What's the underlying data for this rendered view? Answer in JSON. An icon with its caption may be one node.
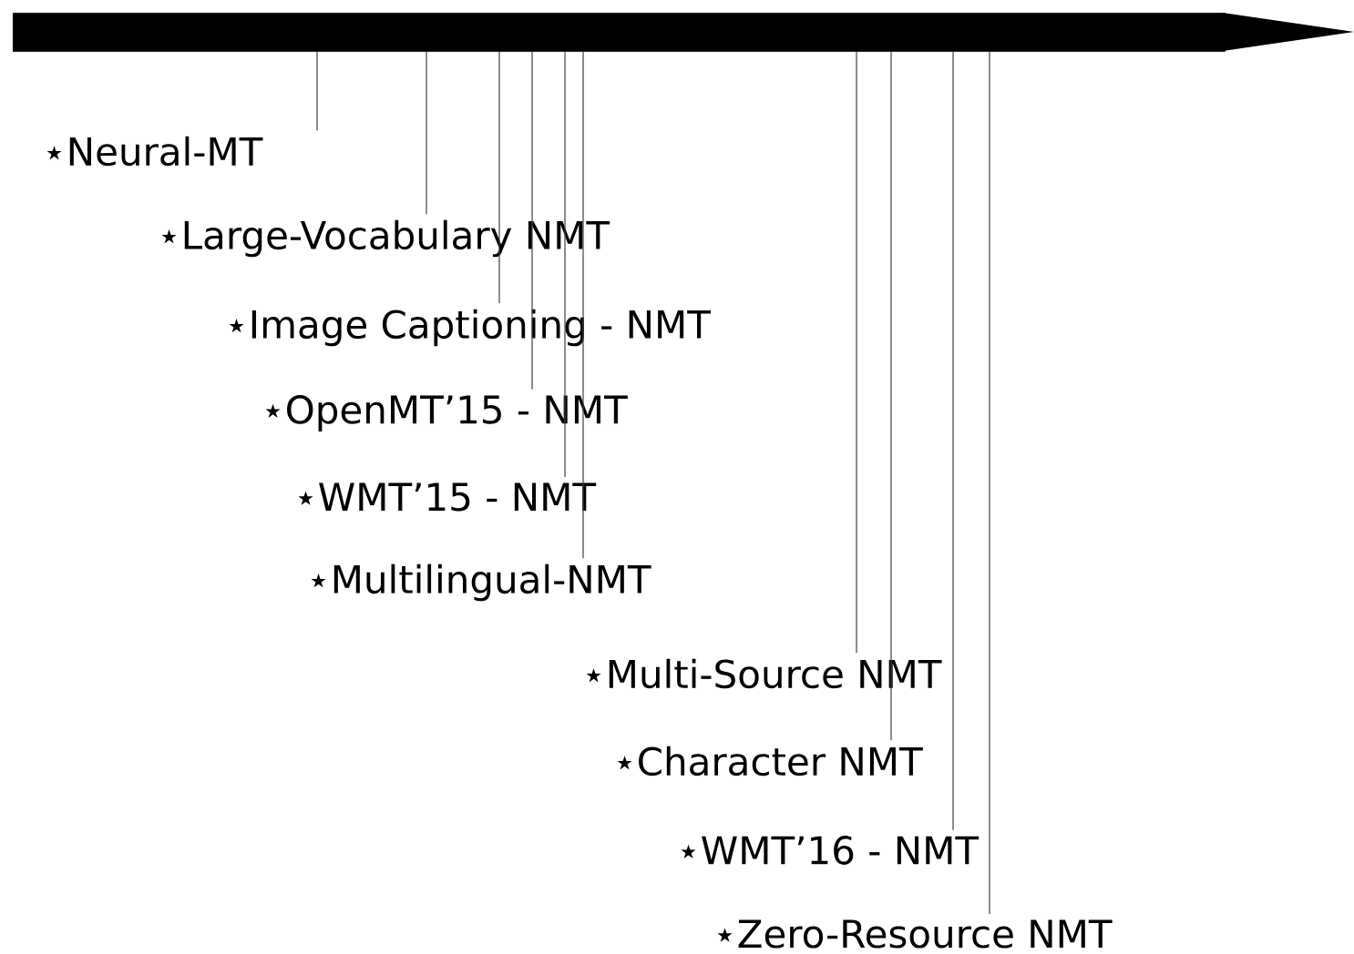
{
  "diagram": {
    "nodes": [
      {
        "text": [],
        "shape": "arrow"
      },
      {
        "text": [
          "⋆Neural-MT"
        ]
      },
      {
        "text": [
          "⋆Large-Vocabulary NMT"
        ]
      },
      {
        "text": [
          "⋆Image Captioning - NMT"
        ]
      },
      {
        "text": [
          "⋆OpenMT’15 - NMT"
        ]
      },
      {
        "text": [
          "⋆WMT’15 - NMT"
        ]
      },
      {
        "text": [
          "⋆Multilingual-NMT"
        ]
      },
      {
        "text": [
          "⋆Multi-Source NMT"
        ]
      },
      {
        "text": [
          "⋆Character NMT"
        ]
      },
      {
        "text": [
          "⋆WMT’16 - NMT"
        ]
      },
      {
        "text": [
          "⋆Zero-Resource NMT"
        ]
      }
    ],
    "edges": [
      {
        "from": 1,
        "to": 0,
        "arrow": "none"
      },
      {
        "from": 2,
        "to": 0,
        "arrow": "none"
      },
      {
        "from": 3,
        "to": 0,
        "arrow": "none"
      },
      {
        "from": 4,
        "to": 0,
        "arrow": "none"
      },
      {
        "from": 5,
        "to": 0,
        "arrow": "none"
      },
      {
        "from": 6,
        "to": 0,
        "arrow": "none"
      },
      {
        "from": 7,
        "to": 0,
        "arrow": "none"
      },
      {
        "from": 8,
        "to": 0,
        "arrow": "none"
      },
      {
        "from": 9,
        "to": 0,
        "arrow": "none"
      },
      {
        "from": 10,
        "to": 0,
        "arrow": "none"
      }
    ]
  }
}
